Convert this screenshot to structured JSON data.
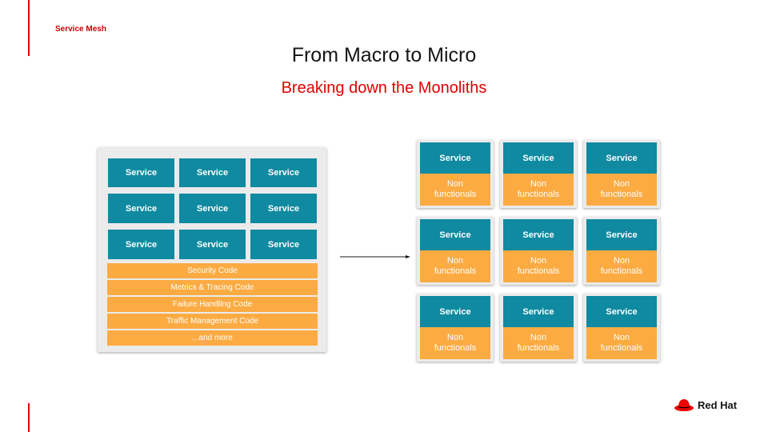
{
  "header": {
    "section_label": "Service Mesh",
    "title": "From Macro to Micro",
    "subtitle": "Breaking down the Monoliths"
  },
  "monolith": {
    "services": [
      "Service",
      "Service",
      "Service",
      "Service",
      "Service",
      "Service",
      "Service",
      "Service",
      "Service"
    ],
    "code_rows": [
      "Security Code",
      "Metrics & Tracing Code",
      "Failure Handling Code",
      "Traffic Management Code",
      "...and more"
    ]
  },
  "microservices": {
    "items": [
      {
        "service": "Service",
        "nonfunctional": "Non\nfunctionals"
      },
      {
        "service": "Service",
        "nonfunctional": "Non\nfunctionals"
      },
      {
        "service": "Service",
        "nonfunctional": "Non\nfunctionals"
      },
      {
        "service": "Service",
        "nonfunctional": "Non\nfunctionals"
      },
      {
        "service": "Service",
        "nonfunctional": "Non\nfunctionals"
      },
      {
        "service": "Service",
        "nonfunctional": "Non\nfunctionals"
      },
      {
        "service": "Service",
        "nonfunctional": "Non\nfunctionals"
      },
      {
        "service": "Service",
        "nonfunctional": "Non\nfunctionals"
      },
      {
        "service": "Service",
        "nonfunctional": "Non\nfunctionals"
      }
    ]
  },
  "footer": {
    "logo_text": "Red Hat",
    "logo_icon": "red-hat-fedora-icon"
  },
  "colors": {
    "accent": "#e00000",
    "service": "#0f8aa0",
    "code": "#fbab42",
    "card": "#ebebeb"
  }
}
